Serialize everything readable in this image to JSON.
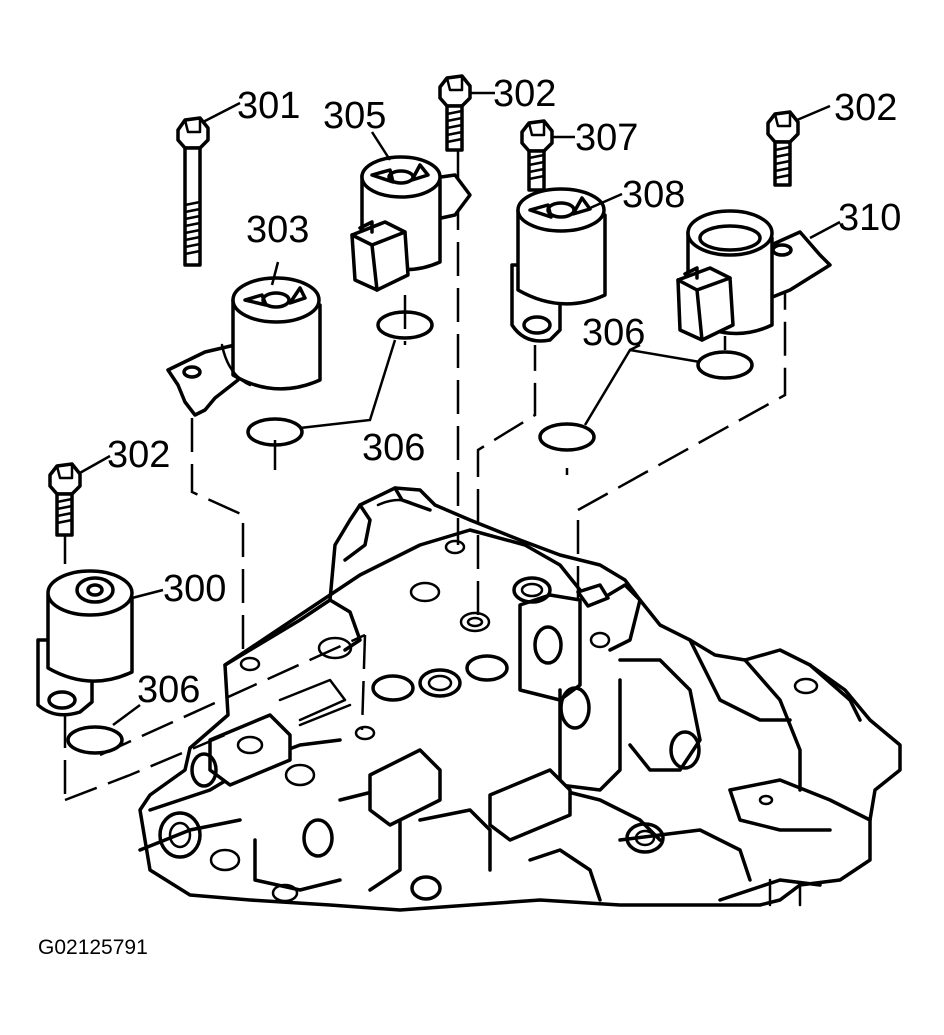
{
  "labels": {
    "c300": "300",
    "c301": "301",
    "c302a": "302",
    "c302b": "302",
    "c302c": "302",
    "c303": "303",
    "c305": "305",
    "c306a": "306",
    "c306b": "306",
    "c306c": "306",
    "c307": "307",
    "c308": "308",
    "c310": "310"
  },
  "figure_id": "G02125791"
}
